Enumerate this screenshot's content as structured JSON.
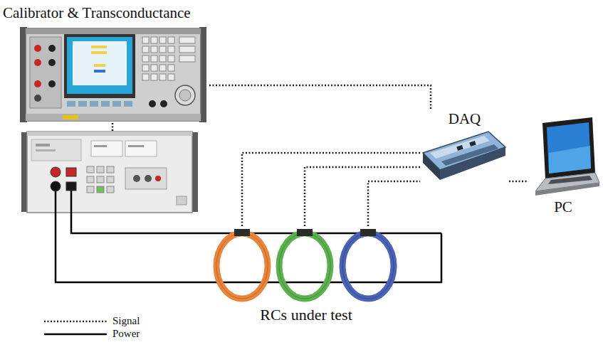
{
  "diagram": {
    "nodes": [
      {
        "text": [
          "Calibrator & Transconductance"
        ]
      },
      {
        "text": [
          "DAQ"
        ]
      },
      {
        "text": [
          "PC"
        ]
      },
      {
        "text": [
          "RCs under test"
        ]
      }
    ],
    "edges": [
      {
        "from": 0,
        "to": 1,
        "arrow": "none"
      },
      {
        "from": 3,
        "to": 1,
        "arrow": "none"
      },
      {
        "from": 3,
        "to": 1,
        "arrow": "none"
      },
      {
        "from": 3,
        "to": 1,
        "arrow": "none"
      },
      {
        "from": 1,
        "to": 2,
        "arrow": "none"
      }
    ],
    "legend": [
      {
        "text": "Signal"
      },
      {
        "text": "Power"
      }
    ]
  }
}
